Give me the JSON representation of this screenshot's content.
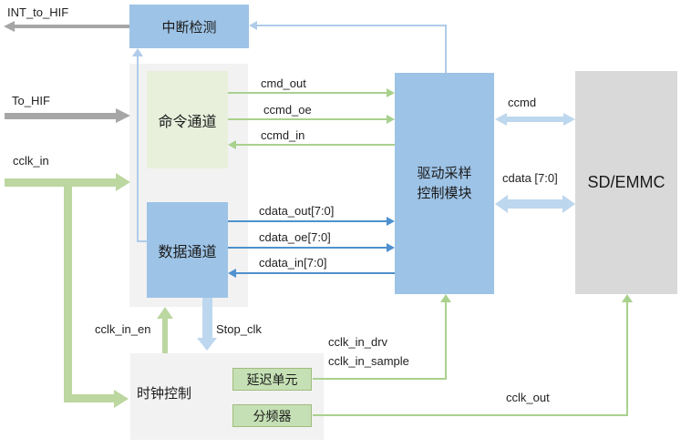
{
  "blocks": {
    "interrupt_detect": "中断检测",
    "cmd_channel": "命令通道",
    "data_channel": "数据通道",
    "drive_sample_line1": "驱动采样",
    "drive_sample_line2": "控制模块",
    "sd_emmc": "SD/EMMC",
    "clock_control": "时钟控制",
    "delay_unit": "延迟单元",
    "divider": "分频器"
  },
  "signals": {
    "int_to_hif": "INT_to_HIF",
    "to_hif": "To_HIF",
    "cclk_in": "cclk_in",
    "cmd_out": "cmd_out",
    "ccmd_oe": "ccmd_oe",
    "ccmd_in": "ccmd_in",
    "cdata_out": "cdata_out[7:0]",
    "cdata_oe": "cdata_oe[7:0]",
    "cdata_in": "cdata_in[7:0]",
    "ccmd": "ccmd",
    "cdata_bus": "cdata [7:0]",
    "cclk_in_en": "cclk_in_en",
    "stop_clk": "Stop_clk",
    "cclk_in_drv": "cclk_in_drv",
    "cclk_in_sample": "cclk_in_sample",
    "cclk_out": "cclk_out"
  },
  "colors": {
    "blue_box": "#9DC3E6",
    "light_green_box": "#E8F0DC",
    "green_box": "#C5E0B4",
    "container_gray": "#F2F2F2",
    "device_gray": "#D9D9D9",
    "gray_arrow": "#A6A6A6",
    "green_line": "#A9D18E",
    "thick_green_arrow": "#BCD7A0",
    "blue_line": "#4E91CF",
    "light_blue_line": "#AFCCEA",
    "thick_light_blue_arrow": "#BDD7EE"
  }
}
